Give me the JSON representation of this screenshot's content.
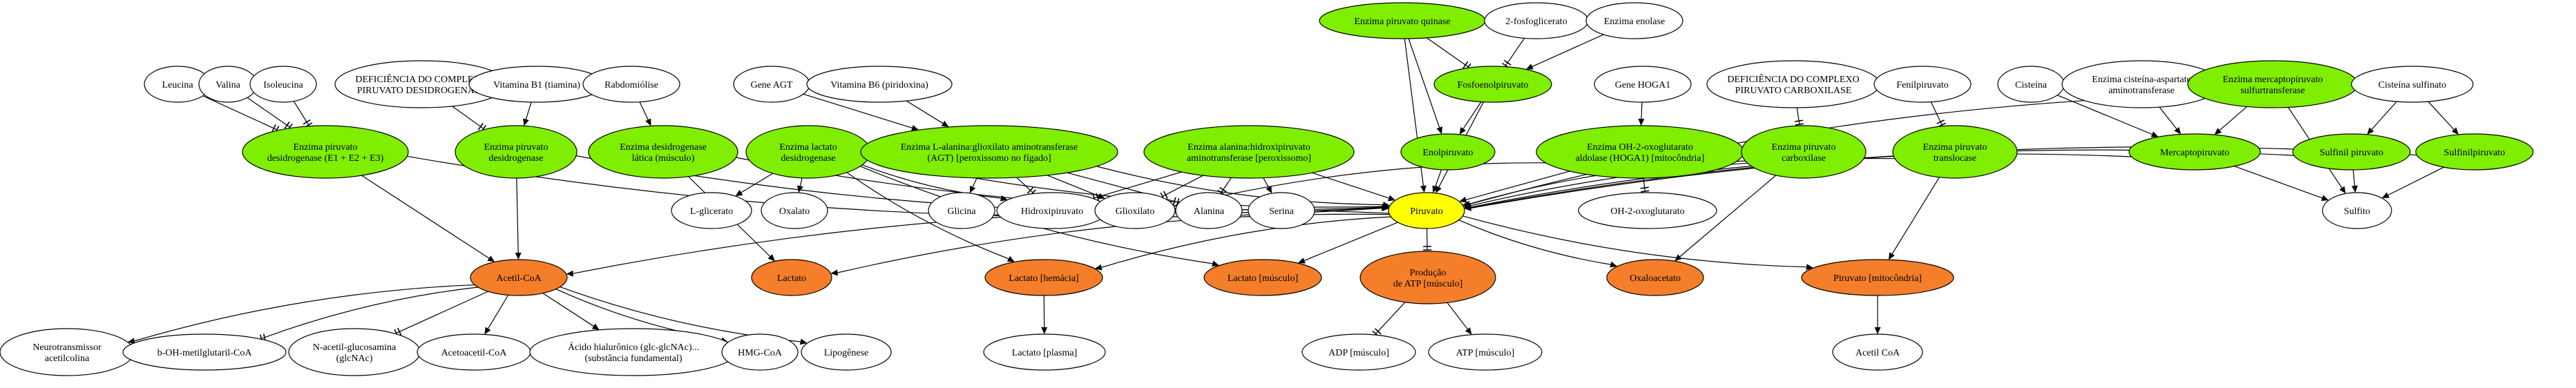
{
  "colors": {
    "enzyme": "#7fee00",
    "center": "#ffff00",
    "product": "#f57e2a",
    "plain": "#ffffff",
    "stroke": "#000000"
  },
  "nodes": {
    "leucina": {
      "lines": [
        "Leucina"
      ],
      "kind": "plain"
    },
    "valina": {
      "lines": [
        "Valina"
      ],
      "kind": "plain"
    },
    "isoleucina": {
      "lines": [
        "Isoleucina"
      ],
      "kind": "plain"
    },
    "def_pdh": {
      "lines": [
        "DEFICIÊNCIA DO COMPLEXO",
        "PIRUVATO DESIDROGENASE"
      ],
      "kind": "plain"
    },
    "vit_b1": {
      "lines": [
        "Vitamina B1 (tiamina)"
      ],
      "kind": "plain"
    },
    "rabdomiolise": {
      "lines": [
        "Rabdomiólise"
      ],
      "kind": "plain"
    },
    "gene_agt": {
      "lines": [
        "Gene AGT"
      ],
      "kind": "plain"
    },
    "vit_b6": {
      "lines": [
        "Vitamina B6 (piridoxina)"
      ],
      "kind": "plain"
    },
    "enz_pk": {
      "lines": [
        "Enzima piruvato quinase"
      ],
      "kind": "enzyme"
    },
    "fosfoglicerato": {
      "lines": [
        "2-fosfoglicerato"
      ],
      "kind": "plain"
    },
    "enolase": {
      "lines": [
        "Enzima enolase"
      ],
      "kind": "plain"
    },
    "gene_hoga1": {
      "lines": [
        "Gene HOGA1"
      ],
      "kind": "plain"
    },
    "def_pc": {
      "lines": [
        "DEFICIÊNCIA DO COMPLEXO",
        "PIRUVATO CARBOXILASE"
      ],
      "kind": "plain"
    },
    "fenilpiruvato": {
      "lines": [
        "Fenilpiruvato"
      ],
      "kind": "plain"
    },
    "cisteina": {
      "lines": [
        "Cisteína"
      ],
      "kind": "plain"
    },
    "enz_cat": {
      "lines": [
        "Enzima cisteína-aspartate",
        "aminotransferase"
      ],
      "kind": "plain"
    },
    "enz_mst": {
      "lines": [
        "Enzima mercaptopiruvato",
        "sulfurtransferase"
      ],
      "kind": "enzyme"
    },
    "cisteina_sulf": {
      "lines": [
        "Cisteína sulfinato"
      ],
      "kind": "plain"
    },
    "fosfoenol": {
      "lines": [
        "Fosfoenolpiruvato"
      ],
      "kind": "enzyme"
    },
    "enz_pdh": {
      "lines": [
        "Enzima piruvato",
        "desidrogenase (E1 + E2 + E3)"
      ],
      "kind": "enzyme"
    },
    "enz_pd": {
      "lines": [
        "Enzima piruvato",
        "desidrogenase"
      ],
      "kind": "enzyme"
    },
    "enz_ldh_m": {
      "lines": [
        "Enzima desidrogenase",
        "lática (músculo)"
      ],
      "kind": "enzyme"
    },
    "enz_lact": {
      "lines": [
        "Enzima lactato",
        "desidrogenase"
      ],
      "kind": "enzyme"
    },
    "enz_agt": {
      "lines": [
        "Enzima L-alanina:glioxilato aminotransferase",
        "(AGT) [peroxissomo no fígado]"
      ],
      "kind": "enzyme"
    },
    "enz_ala_hp": {
      "lines": [
        "Enzima alanina:hidroxipiruvato",
        "aminotransferase [peroxissomo]"
      ],
      "kind": "enzyme"
    },
    "enolpiruvato": {
      "lines": [
        "Enolpiruvato"
      ],
      "kind": "enzyme"
    },
    "enz_hoga1": {
      "lines": [
        "Enzima OH-2-oxoglutarato",
        "aldolase (HOGA1) [mitocôndria]"
      ],
      "kind": "enzyme"
    },
    "enz_pc": {
      "lines": [
        "Enzima piruvato",
        "carboxilase"
      ],
      "kind": "enzyme"
    },
    "enz_pt": {
      "lines": [
        "Enzima piruvato",
        "translocase"
      ],
      "kind": "enzyme"
    },
    "mercaptopiruvato": {
      "lines": [
        "Mercaptopiruvato"
      ],
      "kind": "enzyme"
    },
    "sulfinil": {
      "lines": [
        "Sulfinil piruvato"
      ],
      "kind": "enzyme"
    },
    "sulfinilpiruvato": {
      "lines": [
        "Sulfinilpiruvato"
      ],
      "kind": "enzyme"
    },
    "l_glicerato": {
      "lines": [
        "L-glicerato"
      ],
      "kind": "plain"
    },
    "oxalato": {
      "lines": [
        "Oxalato"
      ],
      "kind": "plain"
    },
    "glicina": {
      "lines": [
        "Glicina"
      ],
      "kind": "plain"
    },
    "hidroxipiruvato": {
      "lines": [
        "Hidroxipiruvato"
      ],
      "kind": "plain"
    },
    "glioxilato": {
      "lines": [
        "Glioxilato"
      ],
      "kind": "plain"
    },
    "alanina": {
      "lines": [
        "Alanina"
      ],
      "kind": "plain"
    },
    "serina": {
      "lines": [
        "Serina"
      ],
      "kind": "plain"
    },
    "piruvato": {
      "lines": [
        "Piruvato"
      ],
      "kind": "center"
    },
    "oh2oxo": {
      "lines": [
        "OH-2-oxoglutarato"
      ],
      "kind": "plain"
    },
    "sulfito": {
      "lines": [
        "Sulfito"
      ],
      "kind": "plain"
    },
    "acetil_coa": {
      "lines": [
        "Acetil-CoA"
      ],
      "kind": "product"
    },
    "lactato": {
      "lines": [
        "Lactato"
      ],
      "kind": "product"
    },
    "lactato_hem": {
      "lines": [
        "Lactato [hemácia]"
      ],
      "kind": "product"
    },
    "lactato_mus": {
      "lines": [
        "Lactato [músculo]"
      ],
      "kind": "product"
    },
    "producao_atp": {
      "lines": [
        "Produção",
        "de ATP [músculo]"
      ],
      "kind": "product"
    },
    "oxaloacetato": {
      "lines": [
        "Oxaloacetato"
      ],
      "kind": "product"
    },
    "piruvato_mito": {
      "lines": [
        "Piruvato [mitocôndria]"
      ],
      "kind": "product"
    },
    "neuro": {
      "lines": [
        "Neurotransmissor",
        "acetilcolina"
      ],
      "kind": "plain"
    },
    "b_oh": {
      "lines": [
        "b-OH-metilglutaril-CoA"
      ],
      "kind": "plain"
    },
    "n_acetil": {
      "lines": [
        "N-acetil-glucosamina",
        "(glcNAc)"
      ],
      "kind": "plain"
    },
    "acetoacetil": {
      "lines": [
        "Acetoacetil-CoA"
      ],
      "kind": "plain"
    },
    "acido_hial": {
      "lines": [
        "Ácido hialurônico (glc-glcNAc)...",
        "(substância fundamental)"
      ],
      "kind": "plain"
    },
    "hmg_coa": {
      "lines": [
        "HMG-CoA"
      ],
      "kind": "plain"
    },
    "lipogenese": {
      "lines": [
        "Lipogênese"
      ],
      "kind": "plain"
    },
    "lactato_plasma": {
      "lines": [
        "Lactato [plasma]"
      ],
      "kind": "plain"
    },
    "adp_mus": {
      "lines": [
        "ADP [músculo]"
      ],
      "kind": "plain"
    },
    "atp_mus": {
      "lines": [
        "ATP [músculo]"
      ],
      "kind": "plain"
    },
    "acetil_coa2": {
      "lines": [
        "Acetil CoA"
      ],
      "kind": "plain"
    }
  },
  "edges": [
    [
      "leucina",
      "enz_pdh",
      "tee"
    ],
    [
      "valina",
      "enz_pdh",
      "tee"
    ],
    [
      "isoleucina",
      "enz_pdh",
      "tee"
    ],
    [
      "def_pdh",
      "enz_pd",
      "tee"
    ],
    [
      "vit_b1",
      "enz_pd",
      "arrow"
    ],
    [
      "rabdomiolise",
      "enz_ldh_m",
      "arrow"
    ],
    [
      "gene_agt",
      "enz_agt",
      "arrow"
    ],
    [
      "vit_b6",
      "enz_agt",
      "arrow"
    ],
    [
      "enz_pk",
      "fosfoenol",
      "tee"
    ],
    [
      "fosfoglicerato",
      "fosfoenol",
      "tee"
    ],
    [
      "enolase",
      "fosfoenol",
      "arrow"
    ],
    [
      "enz_pk",
      "enolpiruvato",
      "arrow"
    ],
    [
      "enz_pk",
      "piruvato",
      "arrow"
    ],
    [
      "fosfoenol",
      "enolpiruvato",
      "arrow"
    ],
    [
      "fosfoenol",
      "piruvato",
      "arrow"
    ],
    [
      "gene_hoga1",
      "enz_hoga1",
      "arrow"
    ],
    [
      "def_pc",
      "enz_pc",
      "tee"
    ],
    [
      "fenilpiruvato",
      "enz_pt",
      "tee"
    ],
    [
      "cisteina",
      "mercaptopiruvato",
      "arrow"
    ],
    [
      "enz_cat",
      "mercaptopiruvato",
      "arrow"
    ],
    [
      "enz_mst",
      "mercaptopiruvato",
      "arrow"
    ],
    [
      "enz_mst",
      "piruvato",
      "arrow"
    ],
    [
      "enz_mst",
      "sulfito",
      "arrow"
    ],
    [
      "cisteina_sulf",
      "sulfinil",
      "arrow"
    ],
    [
      "cisteina_sulf",
      "sulfinilpiruvato",
      "arrow"
    ],
    [
      "enz_pdh",
      "piruvato",
      "arrow"
    ],
    [
      "enz_pdh",
      "acetil_coa",
      "arrow"
    ],
    [
      "enz_pd",
      "piruvato",
      "arrow"
    ],
    [
      "enz_pd",
      "acetil_coa",
      "arrow"
    ],
    [
      "enz_ldh_m",
      "piruvato",
      "arrow"
    ],
    [
      "enz_ldh_m",
      "lactato",
      "arrow"
    ],
    [
      "enz_lact",
      "l_glicerato",
      "arrow"
    ],
    [
      "enz_lact",
      "oxalato",
      "arrow"
    ],
    [
      "enz_lact",
      "hidroxipiruvato",
      "arrow"
    ],
    [
      "enz_lact",
      "piruvato",
      "arrow"
    ],
    [
      "enz_lact",
      "lactato_hem",
      "arrow"
    ],
    [
      "enz_lact",
      "lactato_mus",
      "arrow"
    ],
    [
      "enz_agt",
      "glicina",
      "arrow"
    ],
    [
      "enz_agt",
      "hidroxipiruvato",
      "tee"
    ],
    [
      "enz_agt",
      "glioxilato",
      "arrow"
    ],
    [
      "enz_agt",
      "alanina",
      "tee"
    ],
    [
      "enz_agt",
      "piruvato",
      "arrow"
    ],
    [
      "enz_ala_hp",
      "hidroxipiruvato",
      "tee"
    ],
    [
      "enz_ala_hp",
      "glioxilato",
      "tee"
    ],
    [
      "enz_ala_hp",
      "alanina",
      "tee"
    ],
    [
      "enz_ala_hp",
      "serina",
      "arrow"
    ],
    [
      "enz_ala_hp",
      "piruvato",
      "arrow"
    ],
    [
      "enolpiruvato",
      "piruvato",
      "arrow"
    ],
    [
      "enz_hoga1",
      "glioxilato",
      "arrow"
    ],
    [
      "enz_hoga1",
      "oh2oxo",
      "tee"
    ],
    [
      "enz_hoga1",
      "piruvato",
      "arrow"
    ],
    [
      "enz_pc",
      "piruvato",
      "arrow"
    ],
    [
      "enz_pc",
      "oxaloacetato",
      "arrow"
    ],
    [
      "enz_pt",
      "piruvato",
      "arrow"
    ],
    [
      "enz_pt",
      "piruvato_mito",
      "arrow"
    ],
    [
      "mercaptopiruvato",
      "piruvato",
      "arrow"
    ],
    [
      "mercaptopiruvato",
      "sulfito",
      "arrow"
    ],
    [
      "sulfinil",
      "piruvato",
      "arrow"
    ],
    [
      "sulfinil",
      "sulfito",
      "arrow"
    ],
    [
      "sulfinilpiruvato",
      "piruvato",
      "arrow"
    ],
    [
      "sulfinilpiruvato",
      "sulfito",
      "arrow"
    ],
    [
      "piruvato",
      "acetil_coa",
      "arrow"
    ],
    [
      "piruvato",
      "lactato",
      "arrow"
    ],
    [
      "piruvato",
      "lactato_hem",
      "arrow"
    ],
    [
      "piruvato",
      "lactato_mus",
      "arrow"
    ],
    [
      "piruvato",
      "producao_atp",
      "tee"
    ],
    [
      "piruvato",
      "oxaloacetato",
      "arrow"
    ],
    [
      "piruvato",
      "piruvato_mito",
      "arrow"
    ],
    [
      "acetil_coa",
      "neuro",
      "arrow"
    ],
    [
      "acetil_coa",
      "b_oh",
      "tee"
    ],
    [
      "acetil_coa",
      "n_acetil",
      "tee"
    ],
    [
      "acetil_coa",
      "acetoacetil",
      "arrow"
    ],
    [
      "acetil_coa",
      "acido_hial",
      "arrow"
    ],
    [
      "acetil_coa",
      "hmg_coa",
      "arrow"
    ],
    [
      "acetil_coa",
      "lipogenese",
      "arrow"
    ],
    [
      "lactato_hem",
      "lactato_plasma",
      "arrow"
    ],
    [
      "producao_atp",
      "adp_mus",
      "tee"
    ],
    [
      "producao_atp",
      "atp_mus",
      "arrow"
    ],
    [
      "piruvato_mito",
      "acetil_coa2",
      "arrow"
    ]
  ]
}
